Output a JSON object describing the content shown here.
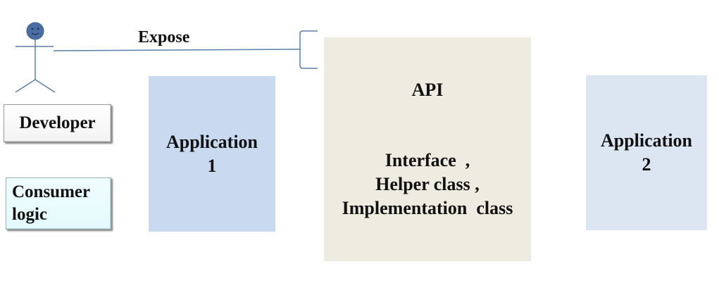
{
  "diagram": {
    "actor": {
      "label": "Developer"
    },
    "consumer": {
      "lines": [
        "Consumer",
        "logic"
      ]
    },
    "connector": {
      "label": "Expose"
    },
    "application1": {
      "lines": [
        "Application",
        "1"
      ]
    },
    "api": {
      "title": "API",
      "items": [
        "Interface  ,",
        "Helper class ,",
        "Implementation  class"
      ]
    },
    "application2": {
      "lines": [
        "Application",
        "2"
      ]
    }
  },
  "colors": {
    "line": "#5b7fa8",
    "actor_head": "#4a6ea1",
    "application1_fill": "#c8d9f0",
    "api_fill": "#eeece1",
    "application2_fill": "#dce5f2",
    "consumer_fill": "#e4fafd"
  }
}
